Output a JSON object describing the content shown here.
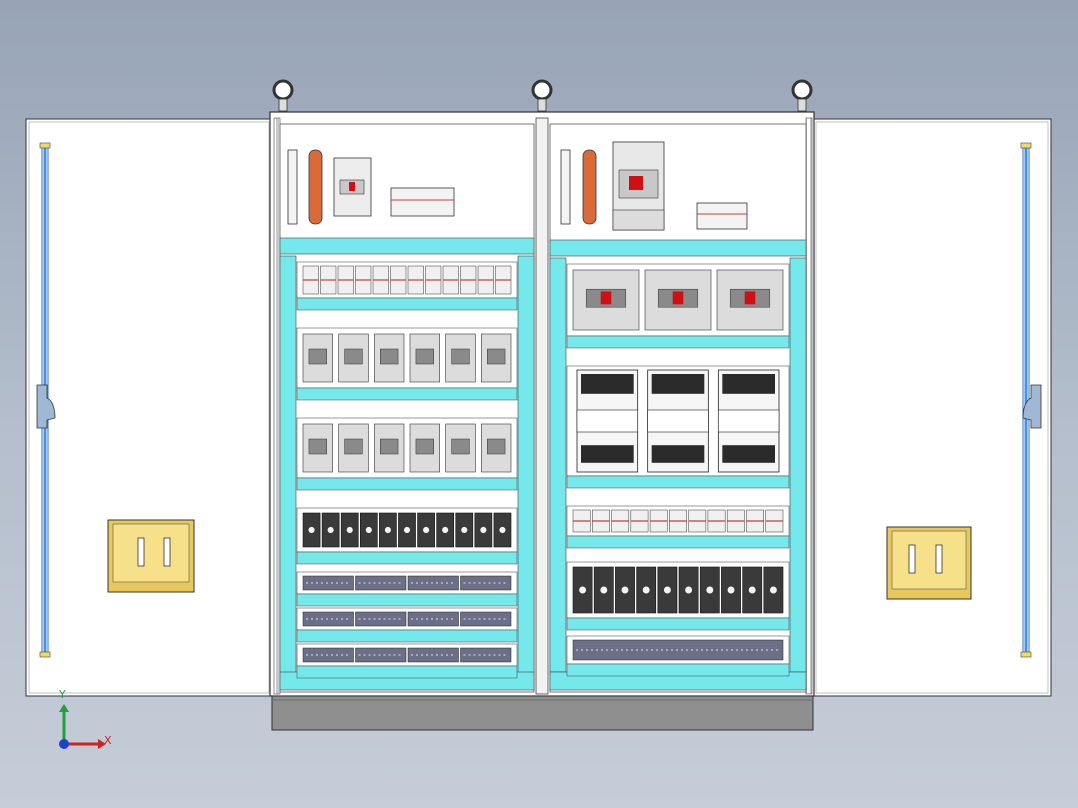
{
  "view": {
    "background_top": "#97a4b6",
    "background_bottom": "#c6cdd8",
    "cabinet_color": "#ffffff",
    "rail_color": "#75e8ec",
    "door_rod_color": "#4a90e0",
    "handle_color": "#f3d86b",
    "base_color": "#8f8f8f"
  },
  "cabinet": {
    "left_bay": {
      "top_row": [
        "ground-bar",
        "copper-busbar",
        "main-breaker",
        "terminal-block-small"
      ],
      "rows": [
        {
          "type": "terminal-strip",
          "count": 12
        },
        {
          "type": "breaker-row",
          "count": 6
        },
        {
          "type": "breaker-row",
          "count": 6
        },
        {
          "type": "relay-row",
          "count": 11
        },
        {
          "type": "terminal-row",
          "count": 4
        },
        {
          "type": "terminal-row",
          "count": 4
        },
        {
          "type": "terminal-row",
          "count": 4
        }
      ]
    },
    "right_bay": {
      "top_row": [
        "ground-bar",
        "copper-busbar",
        "main-breaker-large",
        "terminal-block-small"
      ],
      "rows": [
        {
          "type": "breaker-row",
          "count": 3
        },
        {
          "type": "contactor-row",
          "count": 3
        },
        {
          "type": "terminal-strip",
          "count": 11
        },
        {
          "type": "relay-module-row",
          "count": 10
        },
        {
          "type": "terminal-row",
          "count": 1
        }
      ]
    },
    "lifting_eyes": 3
  },
  "axes": {
    "x_label": "X",
    "y_label": "Y",
    "x_color": "#d02020",
    "y_color": "#20a040",
    "origin_color": "#2040d0"
  }
}
